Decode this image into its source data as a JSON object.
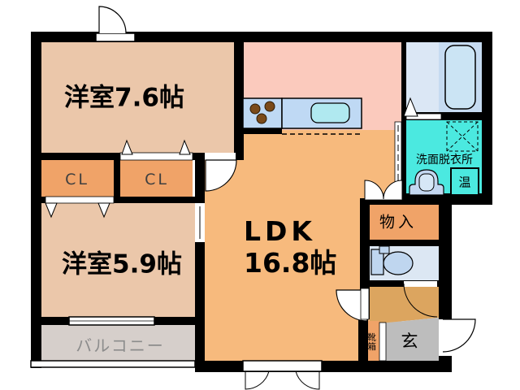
{
  "labels": {
    "bedroom1": "洋室7.6帖",
    "bedroom2": "洋室5.9帖",
    "ldk_line1": "LDK",
    "ldk_line2": "16.8帖",
    "closet_left": "CL",
    "closet_right": "CL",
    "balcony": "バルコニー",
    "washroom": "洗面脱衣所",
    "water_heater": "温",
    "storage": "物入",
    "entrance": "玄",
    "shoe_box": "靴箱"
  },
  "palette": {
    "room_tan": "#EBC7AA",
    "closet_orange": "#F0A368",
    "ldk_orange": "#F7BA7D",
    "kitchen_pink": "#FBCABD",
    "counter_blue": "#BFD9F4",
    "sink_cyan": "#B0E9F0",
    "burner_brown": "#7B4A19",
    "bath_light": "#DBE7F5",
    "bath_mid": "#C6DBF1",
    "tub_blue": "#CBE4F4",
    "washroom_cyan": "#4BE9E0",
    "basin_blue": "#C3D7F0",
    "basin_inner": "#D6E7F6",
    "toilet_room_blue": "#DCE7F3",
    "fixture_blue": "#BFD6EF",
    "hallway_ochre": "#DCA55F",
    "genkan_gray": "#BDBDBD",
    "balcony_gray": "#D6CFCB",
    "wall_black": "#000000",
    "balcony_text": "#8C8C8C",
    "cl_text": "#3F3F3F"
  }
}
